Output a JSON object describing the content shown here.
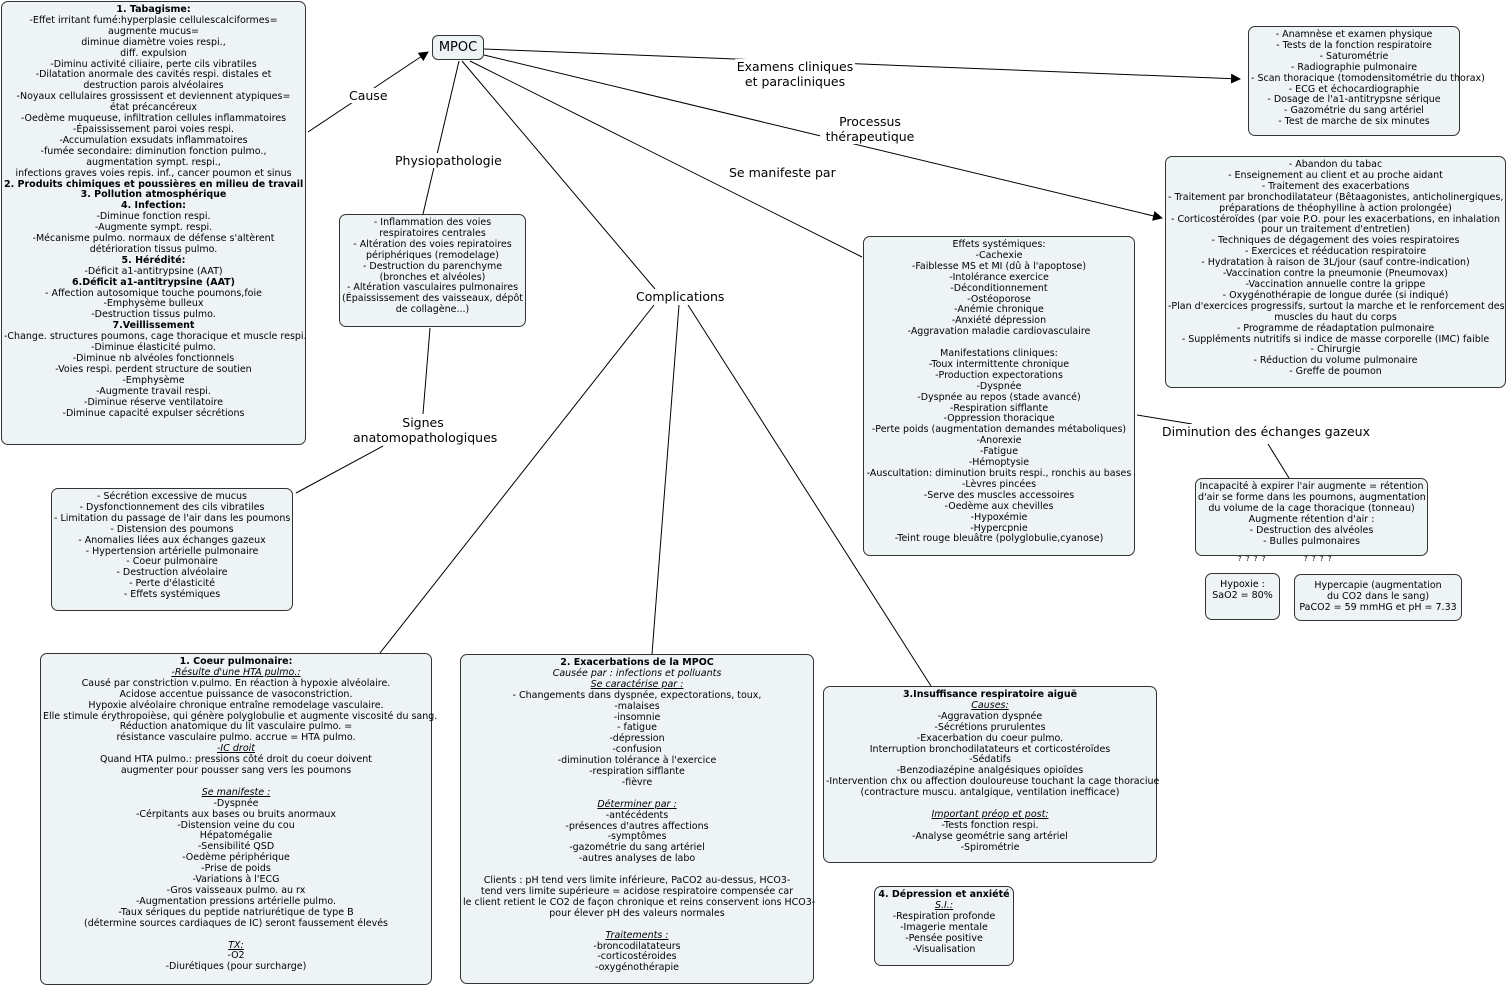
{
  "root": "MPOC",
  "labels": {
    "cause": "Cause",
    "physio": "Physiopathologie",
    "signes": [
      "Signes",
      "anatomopathologiques"
    ],
    "complications": "Complications",
    "manifeste": "Se manifeste par",
    "examens": [
      "Examens cliniques",
      "et paracliniques"
    ],
    "processus": [
      "Processus",
      "thérapeutique"
    ],
    "diminution": "Diminution des échanges gazeux"
  },
  "question_marks": [
    "? ? ? ?",
    "? ? ? ?"
  ],
  "boxes": {
    "cause": [
      {
        "t": "1. Tabagisme:",
        "s": "b"
      },
      {
        "t": "-Effet irritant fumé:hyperplasie cellulescalciformes="
      },
      {
        "t": "augmente mucus="
      },
      {
        "t": "diminue diamètre voies respi.,"
      },
      {
        "t": "diff. expulsion"
      },
      {
        "t": "-Diminu activité ciliaire, perte cils vibratiles"
      },
      {
        "t": "-Dilatation anormale des cavités respi. distales et"
      },
      {
        "t": "destruction parois alvéolaires"
      },
      {
        "t": "-Noyaux cellulaires grossissent et deviennent atypiques="
      },
      {
        "t": "état précancéreux"
      },
      {
        "t": "-Oedème muqueuse, infiltration cellules inflammatoires"
      },
      {
        "t": "-Épaississement paroi voies respi."
      },
      {
        "t": "-Accumulation exsudats inflammatoires"
      },
      {
        "t": "-fumée secondaire: diminution fonction pulmo.,"
      },
      {
        "t": "augmentation sympt. respi.,"
      },
      {
        "t": "infections graves voies repis. inf., cancer poumon et sinus"
      },
      {
        "t": "2. Produits chimiques et poussières en milieu de travail",
        "s": "b"
      },
      {
        "t": "3. Pollution atmosphérique",
        "s": "b"
      },
      {
        "t": "4. Infection:",
        "s": "b"
      },
      {
        "t": "-Diminue fonction respi."
      },
      {
        "t": "-Augmente sympt. respi."
      },
      {
        "t": "-Mécanisme pulmo. normaux de défense s'altèrent"
      },
      {
        "t": "détérioration tissus pulmo."
      },
      {
        "t": "5. Hérédité:",
        "s": "b"
      },
      {
        "t": "-Déficit a1-antitrypsine (AAT)"
      },
      {
        "t": "6.Déficit a1-antitrypsine (AAT)",
        "s": "b"
      },
      {
        "t": "- Affection autosomique touche poumons,foie"
      },
      {
        "t": "-Emphysème bulleux"
      },
      {
        "t": "-Destruction tissus pulmo."
      },
      {
        "t": "7.Veillissement",
        "s": "b"
      },
      {
        "t": "-Change. structures poumons, cage thoracique et muscle respi."
      },
      {
        "t": "-Diminue élasticité pulmo."
      },
      {
        "t": "-Diminue nb alvéoles fonctionnels"
      },
      {
        "t": "-Voies respi. perdent structure de soutien"
      },
      {
        "t": "-Emphysème"
      },
      {
        "t": "-Augmente travail respi."
      },
      {
        "t": "-Diminue réserve ventilatoire"
      },
      {
        "t": "-Diminue capacité expulser sécrétions"
      }
    ],
    "physio": [
      {
        "t": "- Inflammation des voies"
      },
      {
        "t": "respiratoires centrales"
      },
      {
        "t": "- Altération des voies repiratoires"
      },
      {
        "t": "périphériques (remodelage)"
      },
      {
        "t": "- Destruction du parenchyme"
      },
      {
        "t": "(bronches et alvéoles)"
      },
      {
        "t": "- Altération vasculaires pulmonaires"
      },
      {
        "t": "(Épaississement des vaisseaux, dépôt"
      },
      {
        "t": "de collagène...)"
      }
    ],
    "signes": [
      {
        "t": "- Sécrétion excessive de mucus"
      },
      {
        "t": "- Dysfonctionnement des cils vibratiles"
      },
      {
        "t": "- Limitation du passage de l'air dans les poumons"
      },
      {
        "t": "- Distension des poumons"
      },
      {
        "t": "- Anomalies liées aux échanges gazeux"
      },
      {
        "t": "- Hypertension artérielle pulmonaire"
      },
      {
        "t": "- Coeur pulmonaire"
      },
      {
        "t": "- Destruction alvéolaire"
      },
      {
        "t": "- Perte d'élasticité"
      },
      {
        "t": "- Effets systémiques"
      }
    ],
    "examens": [
      {
        "t": "- Anamnèse et examen physique"
      },
      {
        "t": "- Tests de la fonction respiratoire"
      },
      {
        "t": "- Saturométrie"
      },
      {
        "t": "- Radiographie pulmonaire"
      },
      {
        "t": "- Scan thoracique (tomodensitométrie du thorax)"
      },
      {
        "t": "- ECG et échocardiographie"
      },
      {
        "t": "- Dosage de l'a1-antitrypsne sérique"
      },
      {
        "t": "- Gazométrie du sang artériel"
      },
      {
        "t": "- Test de marche de six minutes"
      }
    ],
    "processus": [
      {
        "t": "- Abandon du tabac"
      },
      {
        "t": "- Enseignement au client et au proche aidant"
      },
      {
        "t": "- Traitement des exacerbations"
      },
      {
        "t": "- Traitement par bronchodilatateur (Bêtaagonistes, anticholinergiques,"
      },
      {
        "t": "préparations de théophylline à action prolongée)"
      },
      {
        "t": "- Corticostéroïdes (par voie P.O. pour les exacerbations, en inhalation"
      },
      {
        "t": "pour un traitement d'entretien)"
      },
      {
        "t": "- Techniques de dégagement des voies respiratoires"
      },
      {
        "t": "- Exercices et rééducation respiratoire"
      },
      {
        "t": "- Hydratation à raison de 3L/jour (sauf contre-indication)"
      },
      {
        "t": "-Vaccination contre la pneumonie (Pneumovax)"
      },
      {
        "t": "-Vaccination annuelle contre la grippe"
      },
      {
        "t": "- Oxygénothérapie de longue durée (si indiqué)"
      },
      {
        "t": "-Plan d'exercices progressifs, surtout la marche et le renforcement des"
      },
      {
        "t": "muscles du haut du corps"
      },
      {
        "t": "- Programme de réadaptation pulmonaire"
      },
      {
        "t": "- Suppléments nutritifs si indice de masse corporelle (IMC) faible"
      },
      {
        "t": "- Chirurgie"
      },
      {
        "t": "- Réduction du volume pulmonaire"
      },
      {
        "t": "- Greffe de poumon"
      }
    ],
    "manifeste": [
      {
        "t": "Effets systémiques:"
      },
      {
        "t": "-Cachexie"
      },
      {
        "t": "-Faiblesse MS et MI (dû à l'apoptose)"
      },
      {
        "t": "-Intolérance exercice"
      },
      {
        "t": "-Déconditionnement"
      },
      {
        "t": "-Ostéoporose"
      },
      {
        "t": "-Anémie chronique"
      },
      {
        "t": "-Anxiété dépression"
      },
      {
        "t": "-Aggravation maladie cardiovasculaire"
      },
      {
        "t": ""
      },
      {
        "t": "Manifestations cliniques:"
      },
      {
        "t": "-Toux intermittente chronique"
      },
      {
        "t": "-Production expectorations"
      },
      {
        "t": "-Dyspnée"
      },
      {
        "t": "-Dyspnée au repos (stade avancé)"
      },
      {
        "t": "-Respiration sifflante"
      },
      {
        "t": "-Oppression thoracique"
      },
      {
        "t": "-Perte poids (augmentation demandes métaboliques)"
      },
      {
        "t": "-Anorexie"
      },
      {
        "t": "-Fatigue"
      },
      {
        "t": "-Hémoptysie"
      },
      {
        "t": "-Auscultation: diminution bruits respi., ronchis au bases"
      },
      {
        "t": "-Lèvres pincées"
      },
      {
        "t": "-Serve des muscles accessoires"
      },
      {
        "t": "-Oedème aux chevilles"
      },
      {
        "t": "-Hypoxémie"
      },
      {
        "t": "-Hypercpnie"
      },
      {
        "t": "-Teint rouge bleuâtre (polyglobulie,cyanose)"
      }
    ],
    "diminution": [
      {
        "t": "Incapacité à expirer l'air augmente = rétention"
      },
      {
        "t": "d'air se forme dans les poumons, augmentation"
      },
      {
        "t": "du volume de la cage thoracique (tonneau)"
      },
      {
        "t": "Augmente rétention d'air :"
      },
      {
        "t": "- Destruction des alvéoles"
      },
      {
        "t": "- Bulles pulmonaires"
      }
    ],
    "hypoxie": [
      {
        "t": "Hypoxie :"
      },
      {
        "t": "SaO2 = 80%"
      }
    ],
    "hypercapie": [
      {
        "t": "Hypercapie (augmentation"
      },
      {
        "t": "du CO2 dans le sang)"
      },
      {
        "t": "PaCO2 = 59 mmHG et pH = 7.33"
      }
    ],
    "coeur": [
      {
        "t": "1. Coeur pulmonaire:",
        "s": "b"
      },
      {
        "t": "-Résulte d'une HTA pulmo.:",
        "s": "u"
      },
      {
        "t": "Causé par constriction v.pulmo. En réaction à hypoxie alvéolaire."
      },
      {
        "t": "Acidose accentue puissance de vasoconstriction."
      },
      {
        "t": "Hypoxie alvéolaire chronique entraîne remodelage vasculaire."
      },
      {
        "t": "Elle stimule érythropoièse, qui génère polyglobulie et augmente viscosité du sang."
      },
      {
        "t": "Réduction anatomique du lit vasculaire pulmo. ="
      },
      {
        "t": "résistance vasculaire pulmo. accrue = HTA pulmo."
      },
      {
        "t": "-IC droit",
        "s": "u"
      },
      {
        "t": "Quand HTA pulmo.: pressions côté droit du coeur doivent"
      },
      {
        "t": "augmenter pour pousser sang vers les poumons"
      },
      {
        "t": ""
      },
      {
        "t": "Se manifeste :",
        "s": "u"
      },
      {
        "t": "-Dyspnée"
      },
      {
        "t": "-Cérpitants aux bases ou bruits anormaux"
      },
      {
        "t": "-Distension veine du cou"
      },
      {
        "t": "Hépatomégalie"
      },
      {
        "t": "-Sensibilité QSD"
      },
      {
        "t": "-Oedème périphérique"
      },
      {
        "t": "-Prise de poids"
      },
      {
        "t": "-Variations à l'ECG"
      },
      {
        "t": "-Gros vaisseaux pulmo. au rx"
      },
      {
        "t": "-Augmentation pressions artérielle pulmo."
      },
      {
        "t": "-Taux sériques du peptide natriurétique de type B"
      },
      {
        "t": "(détermine sources cardiaques de IC) seront faussement élevés"
      },
      {
        "t": ""
      },
      {
        "t": "TX:",
        "s": "u"
      },
      {
        "t": "-O2"
      },
      {
        "t": "-Diurétiques (pour surcharge)"
      }
    ],
    "exacerbations": [
      {
        "t": "2. Exacerbations de la MPOC",
        "s": "b"
      },
      {
        "t": "Causée par  : infections et polluants",
        "s": "mix1"
      },
      {
        "t": "Se caractérise par  :",
        "s": "u"
      },
      {
        "t": "- Changements dans dyspnée, expectorations, toux,"
      },
      {
        "t": "-malaises"
      },
      {
        "t": "-insomnie"
      },
      {
        "t": "- fatigue"
      },
      {
        "t": "-dépression"
      },
      {
        "t": "-confusion"
      },
      {
        "t": "-diminution tolérance à l'exercice"
      },
      {
        "t": "-respiration sifflante"
      },
      {
        "t": "-fièvre"
      },
      {
        "t": ""
      },
      {
        "t": "Déterminer par  :",
        "s": "u"
      },
      {
        "t": "-antécédents"
      },
      {
        "t": "-présences d'autres affections"
      },
      {
        "t": "-symptômes"
      },
      {
        "t": "-gazométrie du sang artériel"
      },
      {
        "t": "-autres analyses de labo"
      },
      {
        "t": ""
      },
      {
        "t": "Clients : pH tend vers limite inférieure, PaCO2 au-dessus, HCO3-"
      },
      {
        "t": "tend vers limite supérieure = acidose respiratoire compensée car"
      },
      {
        "t": "le client retient le CO2 de façon chronique et reins conservent ions HCO3-"
      },
      {
        "t": "pour élever pH des valeurs normales"
      },
      {
        "t": ""
      },
      {
        "t": "Traitements :",
        "s": "u"
      },
      {
        "t": "-broncodilatateurs"
      },
      {
        "t": "-corticostéroides"
      },
      {
        "t": "-oxygénothérapie"
      }
    ],
    "insuffisance": [
      {
        "t": "3.Insuffisance respiratoire aiguë",
        "s": "b"
      },
      {
        "t": "Causes:",
        "s": "u"
      },
      {
        "t": "-Aggravation dyspnée"
      },
      {
        "t": "-Sécrétions prurulentes"
      },
      {
        "t": "-Exacerbation du coeur pulmo."
      },
      {
        "t": "Interruption bronchodilatateurs et corticostéroïdes"
      },
      {
        "t": "-Sédatifs"
      },
      {
        "t": "-Benzodiazépine analgésiques opioïdes"
      },
      {
        "t": "-Intervention chx ou affection douloureuse touchant la cage thoraciue"
      },
      {
        "t": "(contracture muscu. antalgique, ventilation inefficace)"
      },
      {
        "t": ""
      },
      {
        "t": "Important préop et post:",
        "s": "u"
      },
      {
        "t": "-Tests fonction respi."
      },
      {
        "t": "-Analyse geométrie sang artériel"
      },
      {
        "t": "-Spirométrie"
      }
    ],
    "depression": [
      {
        "t": "4. Dépression et anxiété",
        "s": "b"
      },
      {
        "t": "S.I.:",
        "s": "u"
      },
      {
        "t": "-Respiration profonde"
      },
      {
        "t": "-Imagerie mentale"
      },
      {
        "t": "-Pensée positive"
      },
      {
        "t": "-Visualisation"
      }
    ]
  }
}
